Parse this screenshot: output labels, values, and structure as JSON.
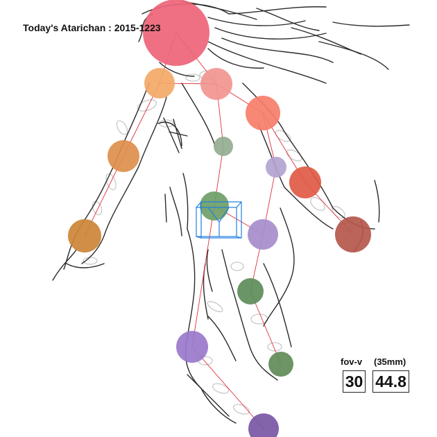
{
  "title": "Today's Atarichan : 2015-1223",
  "fov": {
    "label": "fov-v",
    "mm_label": "(35mm)",
    "value": "30",
    "mm_value": "44.8"
  },
  "colors": {
    "bone_line": "#e0303a",
    "sketch": "#2a2a2a",
    "ghost": "#c8c8c8",
    "handle_cube": "#1f7fe0"
  },
  "joints": [
    {
      "name": "head",
      "color": "#ee6478"
    },
    {
      "name": "neck",
      "color": "#f29590"
    },
    {
      "name": "shoulder-left",
      "color": "#f3a867"
    },
    {
      "name": "shoulder-right",
      "color": "#f67e6a"
    },
    {
      "name": "elbow-left",
      "color": "#dd8f4c"
    },
    {
      "name": "hand-left",
      "color": "#cc8436"
    },
    {
      "name": "chest",
      "color": "#93ad90"
    },
    {
      "name": "spine-right",
      "color": "#b3a3d0"
    },
    {
      "name": "elbow-right",
      "color": "#e05a45"
    },
    {
      "name": "hand-right",
      "color": "#b4574c"
    },
    {
      "name": "hip",
      "color": "#6e9e66"
    },
    {
      "name": "hip-right",
      "color": "#a68dcc"
    },
    {
      "name": "knee-right",
      "color": "#5d8c59"
    },
    {
      "name": "knee-left",
      "color": "#9a78cc"
    },
    {
      "name": "foot-right",
      "color": "#5f8b58"
    },
    {
      "name": "foot-left",
      "color": "#7856a4"
    }
  ]
}
